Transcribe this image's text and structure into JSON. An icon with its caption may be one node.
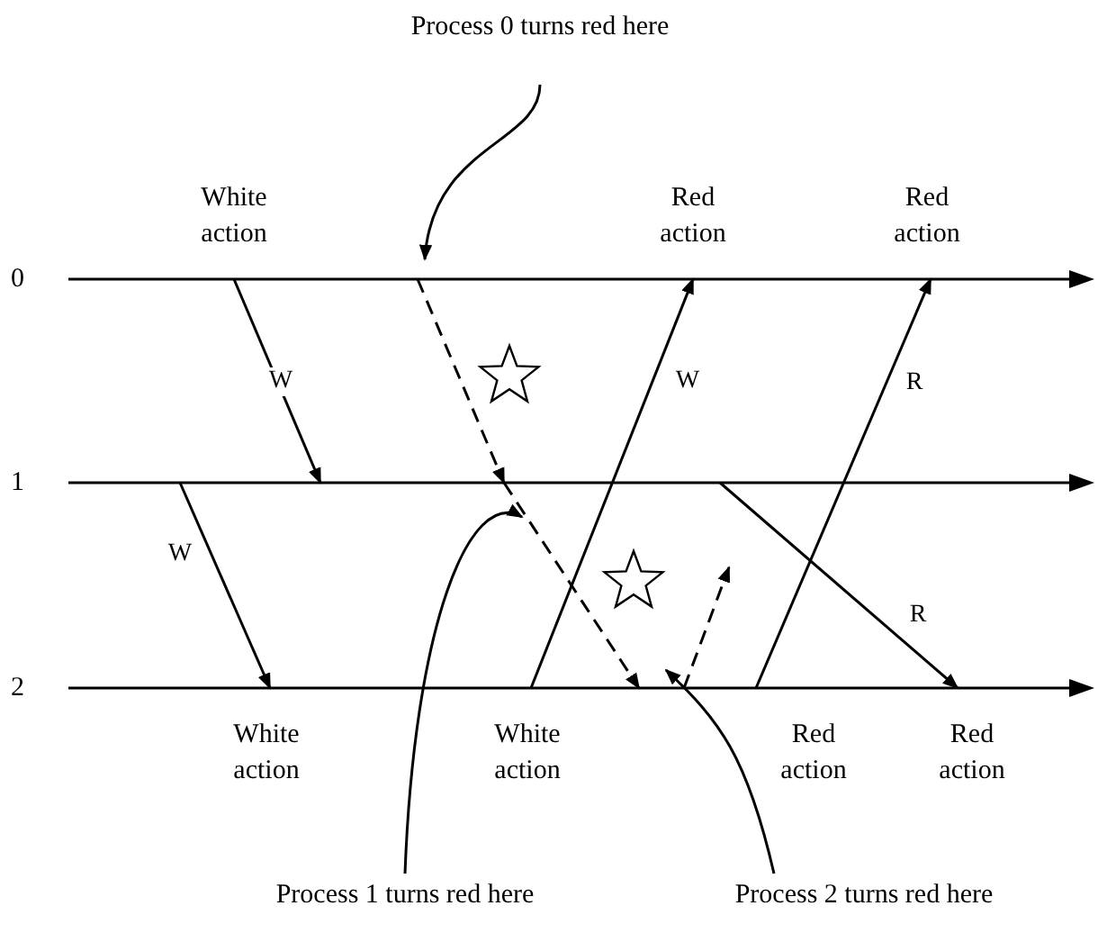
{
  "diagram": {
    "nodes": [
      {
        "text": [
          "0"
        ]
      },
      {
        "text": [
          "1"
        ]
      },
      {
        "text": [
          "2"
        ]
      },
      {
        "text": [
          "Process 0 turns red here"
        ]
      },
      {
        "text": [
          "Process 1 turns red here"
        ]
      },
      {
        "text": [
          "Process 2 turns red here"
        ]
      }
    ],
    "edges": [
      {
        "from": 0,
        "to": 1,
        "arrow": "to",
        "label": "W"
      },
      {
        "from": 0,
        "to": 1,
        "arrow": "to",
        "style": "dashed"
      },
      {
        "from": 2,
        "to": 0,
        "arrow": "to",
        "label": "W"
      },
      {
        "from": 2,
        "to": 0,
        "arrow": "to",
        "label": "R"
      },
      {
        "from": 1,
        "to": 2,
        "arrow": "to",
        "label": "W"
      },
      {
        "from": 1,
        "to": 2,
        "arrow": "to",
        "style": "dashed"
      },
      {
        "from": 1,
        "to": 2,
        "arrow": "to",
        "label": "R"
      },
      {
        "from": 2,
        "to": null,
        "arrow": "to",
        "style": "dashed"
      },
      {
        "from": 3,
        "to": 0,
        "arrow": "to"
      },
      {
        "from": 4,
        "to": 1,
        "arrow": "to"
      },
      {
        "from": 5,
        "to": 2,
        "arrow": "to"
      }
    ],
    "labels": [
      "White action",
      "Red action",
      "Red action",
      "White action",
      "White action",
      "Red action",
      "Red action"
    ]
  }
}
